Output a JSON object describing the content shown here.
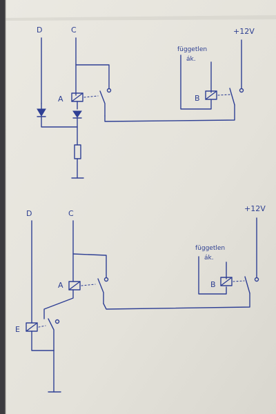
{
  "top_circuit": {
    "terminal_d": "D",
    "terminal_c": "C",
    "supply": "+12V",
    "relay_a": "A",
    "relay_b": "B",
    "note_line1": "független",
    "note_line2": "ák."
  },
  "bottom_circuit": {
    "terminal_d": "D",
    "terminal_c": "C",
    "supply": "+12V",
    "relay_a": "A",
    "relay_b": "B",
    "relay_e": "E",
    "note_line1": "független",
    "note_line2": "ák."
  },
  "colors": {
    "paper": "#e6e4dc",
    "ink": "#2e3f94",
    "background": "#3c3b3f"
  }
}
